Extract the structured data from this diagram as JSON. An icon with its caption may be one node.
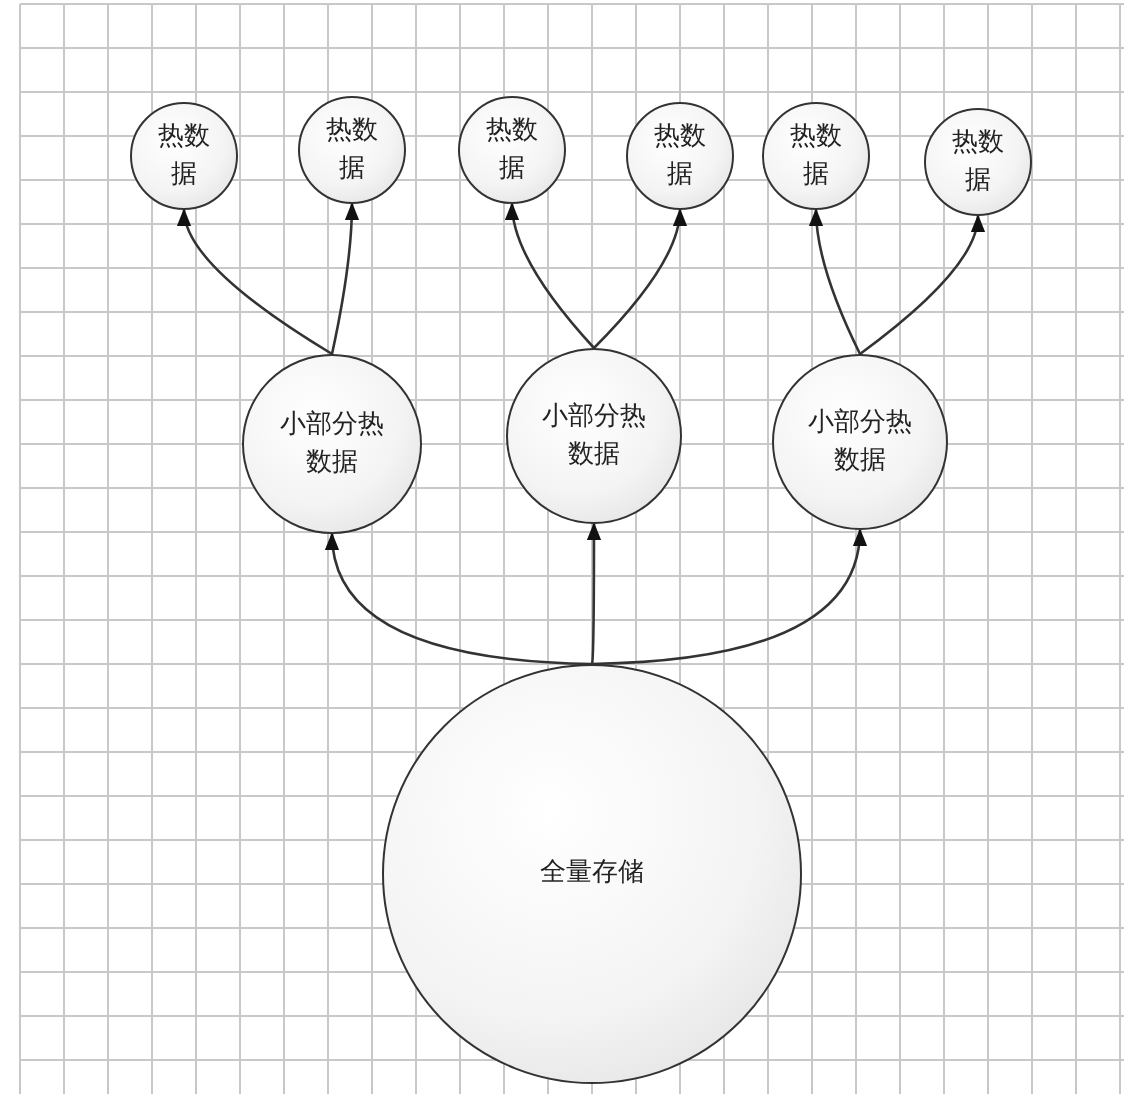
{
  "diagram": {
    "nodes": [
      {
        "text": [
          "热数据"
        ]
      },
      {
        "text": [
          "热数据"
        ]
      },
      {
        "text": [
          "热数据"
        ]
      },
      {
        "text": [
          "热数据"
        ]
      },
      {
        "text": [
          "热数据"
        ]
      },
      {
        "text": [
          "热数据"
        ]
      },
      {
        "text": [
          "小部分热数据"
        ]
      },
      {
        "text": [
          "小部分热数据"
        ]
      },
      {
        "text": [
          "小部分热数据"
        ]
      },
      {
        "text": [
          "全量存储"
        ]
      }
    ],
    "edges": [
      {
        "from": 9,
        "to": 6,
        "arrow": "to"
      },
      {
        "from": 9,
        "to": 7,
        "arrow": "to"
      },
      {
        "from": 9,
        "to": 8,
        "arrow": "to"
      },
      {
        "from": 6,
        "to": 0,
        "arrow": "to"
      },
      {
        "from": 6,
        "to": 1,
        "arrow": "to"
      },
      {
        "from": 7,
        "to": 2,
        "arrow": "to"
      },
      {
        "from": 7,
        "to": 3,
        "arrow": "to"
      },
      {
        "from": 8,
        "to": 4,
        "arrow": "to"
      },
      {
        "from": 8,
        "to": 5,
        "arrow": "to"
      }
    ]
  }
}
